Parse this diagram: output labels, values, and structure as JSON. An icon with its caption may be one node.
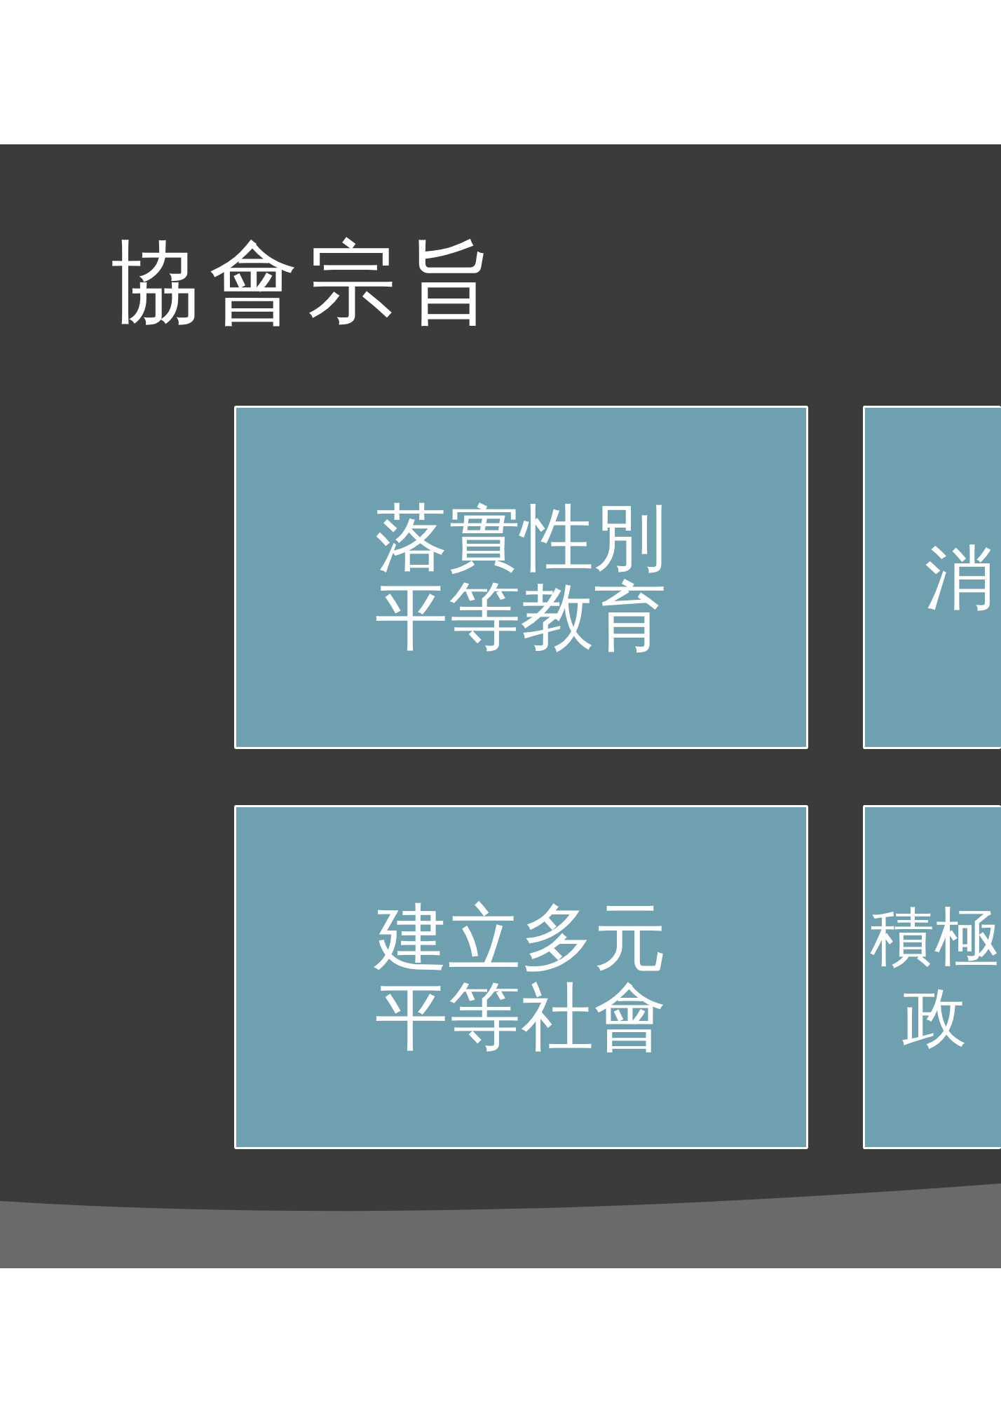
{
  "diagram": {
    "title": "協會宗旨",
    "nodes": [
      {
        "text": [
          "落實性別平等教育"
        ]
      },
      {
        "text": [
          "消"
        ]
      },
      {
        "text": [
          "建立多元平等社會"
        ]
      },
      {
        "text": [
          "積極政"
        ]
      }
    ]
  }
}
